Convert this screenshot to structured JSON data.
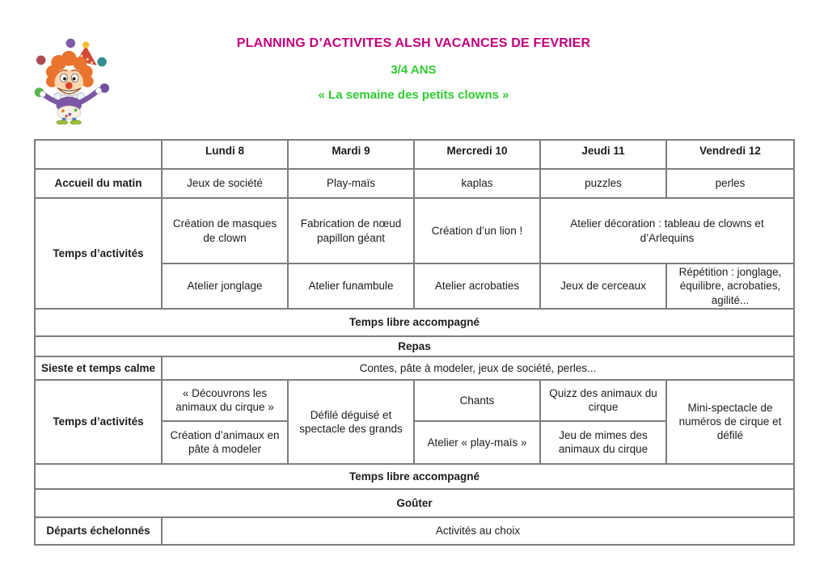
{
  "header": {
    "title": "PLANNING D’ACTIVITES ALSH VACANCES DE FEVRIER",
    "subtitle": "3/4 ANS",
    "theme": "« La semaine des petits clowns »",
    "illustration": "juggling-clown-image"
  },
  "colors": {
    "title_magenta": "#c2007c",
    "accent_green": "#2fcb2f",
    "table_border_gray": "#7d7d7d",
    "body_text": "#1c1c1c"
  },
  "table": {
    "days": [
      "Lundi 8",
      "Mardi 9",
      "Mercredi 10",
      "Jeudi 11",
      "Vendredi 12"
    ],
    "accueil": {
      "label": "Accueil du matin",
      "cells": [
        "Jeux de société",
        "Play-maïs",
        "kaplas",
        "puzzles",
        "perles"
      ]
    },
    "activites_matin": {
      "label": "Temps d’activités",
      "row1": [
        "Création de masques de clown",
        "Fabrication de nœud papillon géant",
        "Création d’un lion !",
        "Atelier décoration : tableau de clowns et d’Arlequins"
      ],
      "row2": [
        "Atelier jonglage",
        "Atelier funambule",
        "Atelier acrobaties",
        "Jeux de cerceaux",
        "Répétition : jonglage, équilibre, acrobaties, agilité..."
      ]
    },
    "temps_libre_1": "Temps libre accompagné",
    "repas": "Repas",
    "sieste": {
      "label": "Sieste et temps calme",
      "value": "Contes, pâte à modeler, jeux de société, perles..."
    },
    "activites_apm": {
      "label": "Temps d’activités",
      "lundi_1": "« Découvrons les animaux du cirque »",
      "lundi_2": "Création d’animaux en pâte à modeler",
      "mardi": "Défilé déguisé et spectacle des grands",
      "mercredi_1": "Chants",
      "mercredi_2": "Atelier « play-maïs »",
      "jeudi_1": "Quizz des animaux du cirque",
      "jeudi_2": "Jeu de mimes des animaux du cirque",
      "vendredi": "Mini-spectacle de numéros de cirque et défilé"
    },
    "temps_libre_2": "Temps libre accompagné",
    "gouter": "Goûter",
    "departs": {
      "label": "Départs échelonnés",
      "value": "Activités au choix"
    }
  }
}
